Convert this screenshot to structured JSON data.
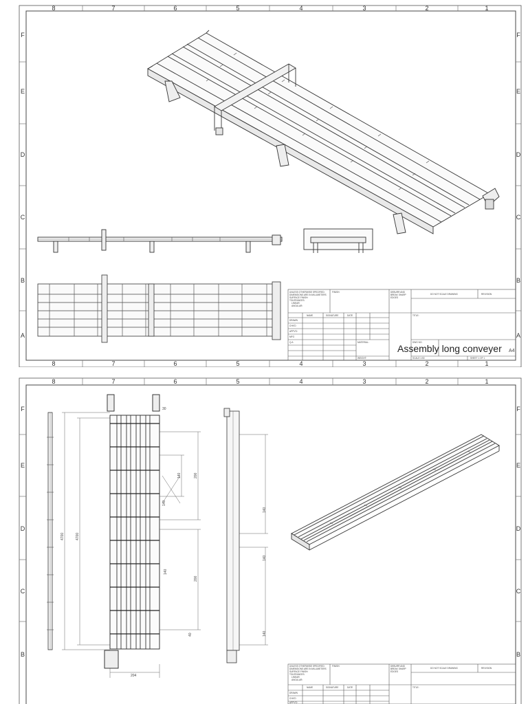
{
  "sheet1": {
    "col_labels": [
      "8",
      "7",
      "6",
      "5",
      "4",
      "3",
      "2",
      "1"
    ],
    "row_labels": [
      "F",
      "E",
      "D",
      "C",
      "B",
      "A"
    ],
    "title": "Assembly long conveyer",
    "title_block": {
      "notes": [
        "UNLESS OTHERWISE SPECIFIED:",
        "DIMENSIONS ARE IN MILLIMETERS",
        "SURFACE FINISH:",
        "TOLERANCES:",
        "LINEAR:",
        "ANGULAR:"
      ],
      "finish": "FINISH:",
      "deburr": [
        "DEBURR AND",
        "BREAK SHARP",
        "EDGES"
      ],
      "do_not_scale": "DO NOT SCALE DRAWING",
      "revision": "REVISION",
      "headers": [
        "NAME",
        "SIGNATURE",
        "DATE"
      ],
      "rows": [
        "DRAWN",
        "CHK'D",
        "APPV'D",
        "MFG",
        "Q.A"
      ],
      "title_label": "TITLE:",
      "material": "MATERIAL:",
      "dwg_no": "DWG NO.",
      "weight": "WEIGHT:",
      "scale": "SCALE:1:50",
      "sheet": "SHEET 1 OF 1",
      "size": "A4"
    }
  },
  "sheet2": {
    "col_labels": [
      "8",
      "7",
      "6",
      "5",
      "4",
      "3",
      "2",
      "1"
    ],
    "row_labels": [
      "F",
      "E",
      "D",
      "C",
      "B"
    ],
    "dims": [
      "4700",
      "4700",
      "204",
      "200",
      "200",
      "140",
      "140",
      "140",
      "140",
      "140",
      "140",
      "40",
      "30"
    ],
    "title_block": {
      "notes": [
        "UNLESS OTHERWISE SPECIFIED:",
        "DIMENSIONS ARE IN MILLIMETERS",
        "SURFACE FINISH:",
        "TOLERANCES:",
        "LINEAR:",
        "ANGULAR:"
      ],
      "finish": "FINISH:",
      "deburr": [
        "DEBURR AND",
        "BREAK SHARP",
        "EDGES"
      ],
      "do_not_scale": "DO NOT SCALE DRAWING",
      "revision": "REVISION",
      "headers": [
        "NAME",
        "SIGNATURE",
        "DATE"
      ],
      "rows": [
        "DRAWN",
        "CHK'D",
        "APPV'D"
      ],
      "title_label": "TITLE:"
    }
  }
}
